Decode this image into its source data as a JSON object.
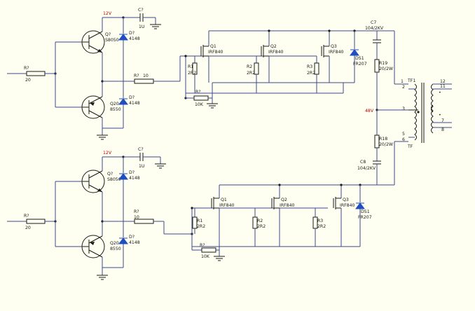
{
  "colors": {
    "background": "#FFFFF1",
    "wire": "#3D4A8C",
    "component": "#1A1A1A",
    "diode": "#1F4FBF",
    "supply_label": "#B00000"
  },
  "upper": {
    "supply": "12V",
    "cap_name": "C?",
    "cap_value": "1U",
    "q_npn_name": "Q?",
    "q_npn_value": "S8050",
    "d_top_name": "D?",
    "d_top_value": "4148",
    "q_pnp_name": "Q20",
    "q_pnp_value": "8550",
    "d_bot_name": "D?",
    "d_bot_value": "4148",
    "r_in_name": "R?",
    "r_in_value": "20",
    "r_gate_name": "R?",
    "r_gate_value": "10",
    "r_pd_name": "R?",
    "r_pd_value": "10K",
    "mosfets": [
      {
        "name": "Q1",
        "part": "IRF840"
      },
      {
        "name": "Q2",
        "part": "IRF840"
      },
      {
        "name": "Q3",
        "part": "IRF840"
      }
    ],
    "gate_rs": [
      {
        "name": "R1",
        "value": "2R2"
      },
      {
        "name": "R2",
        "value": "2R2"
      },
      {
        "name": "R3",
        "value": "2R2"
      }
    ],
    "ds_name": "DS1",
    "ds_value": "FR207"
  },
  "lower": {
    "supply": "12V",
    "cap_name": "C?",
    "cap_value": "1U",
    "q_npn_name": "Q?",
    "q_npn_value": "S8050",
    "d_top_name": "D?",
    "d_top_value": "4148",
    "q_pnp_name": "Q20",
    "q_pnp_value": "8550",
    "d_bot_name": "D?",
    "d_bot_value": "4148",
    "r_in_name": "R?",
    "r_in_value": "20",
    "r_gate_name": "R?",
    "r_gate_value": "10",
    "r_pd_name": "R?",
    "r_pd_value": "10K",
    "mosfets": [
      {
        "name": "Q1",
        "part": "IRF840"
      },
      {
        "name": "Q2",
        "part": "IRF840"
      },
      {
        "name": "Q3",
        "part": "IRF840"
      }
    ],
    "gate_rs": [
      {
        "name": "R1",
        "value": "2R2"
      },
      {
        "name": "R2",
        "value": "2R2"
      },
      {
        "name": "R3",
        "value": "2R2"
      }
    ],
    "ds_name": "DS1",
    "ds_value": "FR207"
  },
  "snubber": {
    "c7_name": "C7",
    "c7_value": "104/2KV",
    "r19_name": "R19",
    "r19_value": "20/2W",
    "r18_name": "R18",
    "r18_value": "20/2W",
    "c8_name": "C8",
    "c8_value": "104/2KV",
    "bus": "48V"
  },
  "transformer": {
    "name": "TF1",
    "bottom_label": "TF",
    "pins_primary": [
      "1",
      "2",
      "3",
      "5",
      "6"
    ],
    "pins_secondary": [
      "12",
      "11",
      "7",
      "8"
    ]
  }
}
